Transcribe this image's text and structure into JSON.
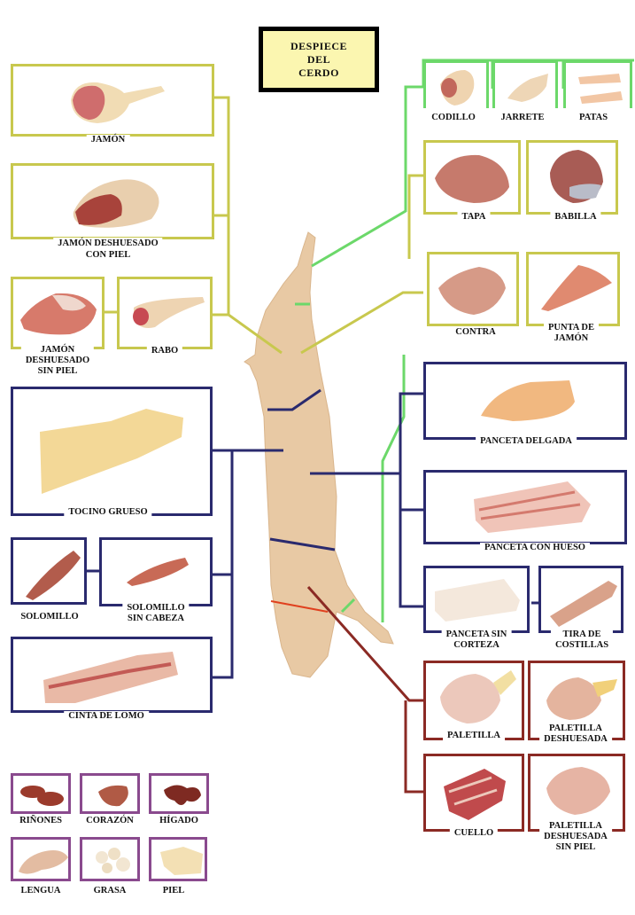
{
  "title": {
    "line1": "DESPIECE",
    "line2": "DEL",
    "line3": "CERDO"
  },
  "colors": {
    "ham_group": "#c8c84e",
    "leg_group": "#6cd86a",
    "loin_belly_group": "#2a2a6e",
    "shoulder_group": "#8b2a24",
    "offal_group": "#8a4a8e",
    "title_bg": "#fbf6b0",
    "carcass": "#e8c9a4"
  },
  "left": {
    "jamon": "JAMÓN",
    "jamon_deshuesado_con_piel": {
      "l1": "JAMÓN DESHUESADO",
      "l2": "CON PIEL"
    },
    "jamon_deshuesado_sin_piel": {
      "l1": "JAMÓN",
      "l2": "DESHUESADO",
      "l3": "SIN PIEL"
    },
    "rabo": "RABO",
    "tocino_grueso": "TOCINO GRUESO",
    "solomillo": "SOLOMILLO",
    "solomillo_sin_cabeza": {
      "l1": "SOLOMILLO",
      "l2": "SIN CABEZA"
    },
    "cinta_de_lomo": "CINTA DE LOMO"
  },
  "offal": [
    {
      "label": "RIÑONES"
    },
    {
      "label": "CORAZÓN"
    },
    {
      "label": "HÍGADO"
    },
    {
      "label": "LENGUA"
    },
    {
      "label": "GRASA"
    },
    {
      "label": "PIEL"
    }
  ],
  "right": {
    "codillo": "CODILLO",
    "jarrete": "JARRETE",
    "patas": "PATAS",
    "tapa": "TAPA",
    "babilla": "BABILLA",
    "contra": "CONTRA",
    "punta_de_jamon": {
      "l1": "PUNTA DE",
      "l2": "JAMÓN"
    },
    "panceta_delgada": "PANCETA DELGADA",
    "panceta_con_hueso": "PANCETA CON HUESO",
    "panceta_sin_corteza": {
      "l1": "PANCETA SIN",
      "l2": "CORTEZA"
    },
    "tira_de_costillas": {
      "l1": "TIRA DE",
      "l2": "COSTILLAS"
    },
    "paletilla": "PALETILLA",
    "paletilla_deshuesada": {
      "l1": "PALETILLA",
      "l2": "DESHUESADA"
    },
    "cuello": "CUELLO",
    "paletilla_deshuesada_sin_piel": {
      "l1": "PALETILLA",
      "l2": "DESHUESADA",
      "l3": "SIN PIEL"
    }
  }
}
